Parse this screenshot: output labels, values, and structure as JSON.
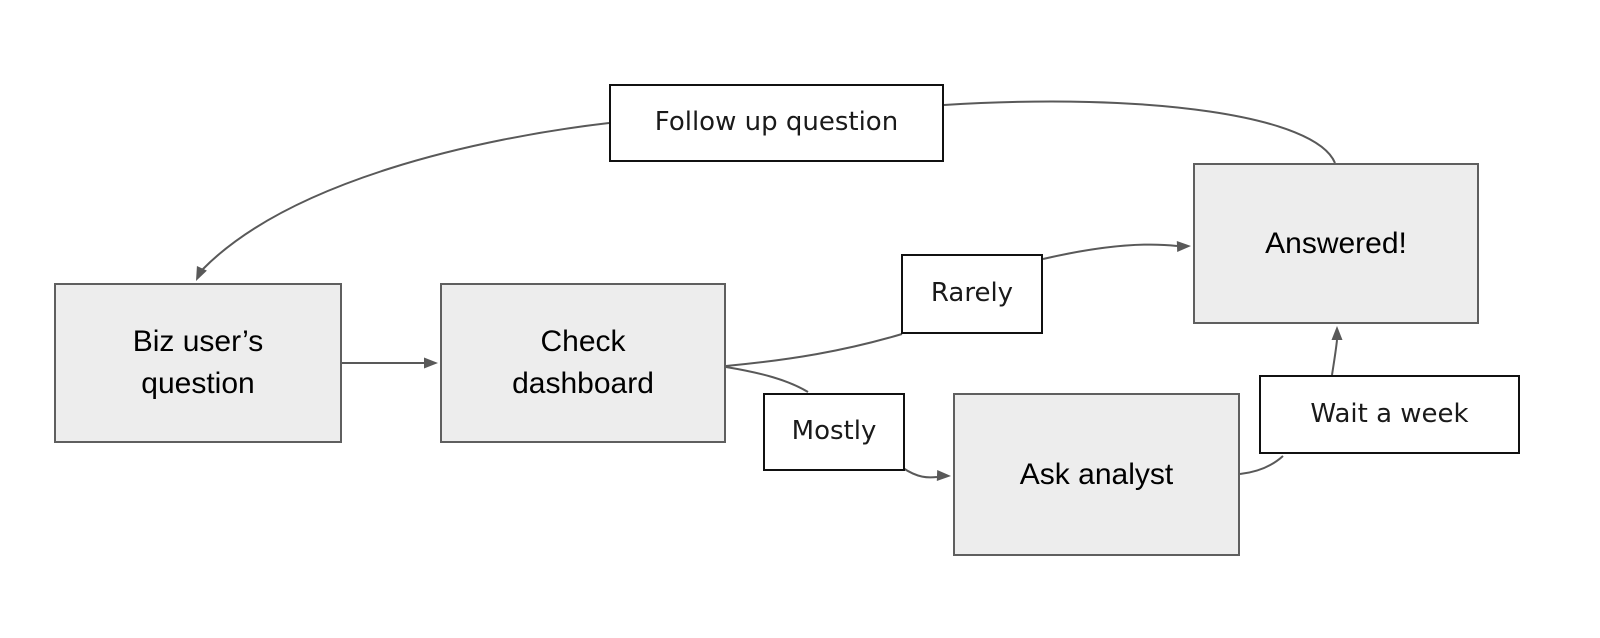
{
  "diagram": {
    "type": "flowchart",
    "background": "#ffffff",
    "colors": {
      "node_fill": "#ededed",
      "node_border": "#5f5f5f",
      "label_fill": "#ffffff",
      "label_border": "#111111",
      "edge": "#595959",
      "text": "#000000"
    },
    "nodes": [
      {
        "id": "biz",
        "label": "Biz user’s question"
      },
      {
        "id": "check",
        "label": "Check dashboard"
      },
      {
        "id": "ask",
        "label": "Ask analyst"
      },
      {
        "id": "answered",
        "label": "Answered!"
      }
    ],
    "edge_labels": [
      {
        "id": "followup",
        "label": "Follow up question"
      },
      {
        "id": "rarely",
        "label": "Rarely"
      },
      {
        "id": "mostly",
        "label": "Mostly"
      },
      {
        "id": "wait",
        "label": "Wait a week"
      }
    ],
    "edges": [
      {
        "from": "Biz user’s question",
        "to": "Check dashboard",
        "arrow": true
      },
      {
        "from": "Check dashboard",
        "to": "Rarely",
        "arrow": false
      },
      {
        "from": "Rarely",
        "to": "Answered!",
        "arrow": true
      },
      {
        "from": "Check dashboard",
        "to": "Mostly",
        "arrow": false
      },
      {
        "from": "Mostly",
        "to": "Ask analyst",
        "arrow": true
      },
      {
        "from": "Ask analyst",
        "to": "Wait a week",
        "arrow": false
      },
      {
        "from": "Wait a week",
        "to": "Answered!",
        "arrow": true
      },
      {
        "from": "Answered!",
        "to": "Follow up question",
        "arrow": false
      },
      {
        "from": "Follow up question",
        "to": "Biz user’s question",
        "arrow": true
      }
    ]
  }
}
